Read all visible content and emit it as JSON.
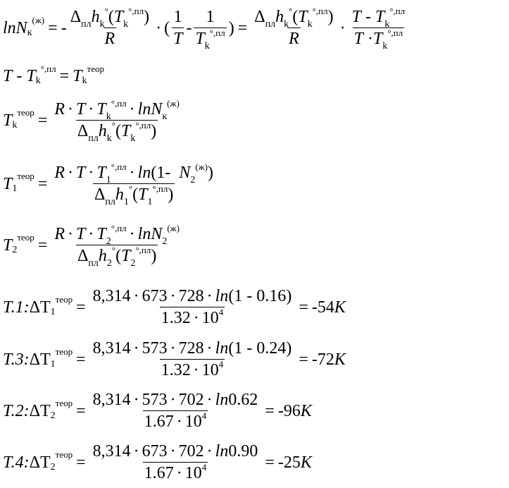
{
  "eq1": {
    "ln": "ln",
    "N": "N",
    "k": "к",
    "zh": "(ж)",
    "eq": "=",
    "minus": "-",
    "delta": "Δ",
    "pl": "пл",
    "h": "h",
    "deg": "°",
    "T": "T",
    "k_sub": "k",
    "deg_pl": "°,пл",
    "R": "R",
    "one": "1",
    "dot": "·",
    "lpar": "(",
    "rpar": ")"
  },
  "eq2": {
    "T": "T",
    "k": "k",
    "deg_pl": "°,пл",
    "teor": "теор",
    "minus": "-",
    "eq": "="
  },
  "eq3": {
    "T": "T",
    "k": "k",
    "teor": "теор",
    "eq": "=",
    "R": "R",
    "dot": "·",
    "deg_pl": "°,пл",
    "ln": "ln",
    "N": "N",
    "k_cyr": "к",
    "zh": "(ж)",
    "delta": "Δ",
    "pl": "пл",
    "h": "h",
    "deg": "°"
  },
  "eq4": {
    "T": "T",
    "sub": "1",
    "teor": "теор",
    "R": "R",
    "dot": "·",
    "deg_pl": "°,пл",
    "ln": "ln",
    "paren_open": "(1",
    "minus": "-",
    "N": "N",
    "zh": "(ж)",
    "rpar": ")",
    "delta": "Δ",
    "pl": "пл",
    "h": "h",
    "deg": "°"
  },
  "eq5": {
    "T": "T",
    "sub": "2",
    "teor": "теор",
    "R": "R",
    "dot": "·",
    "deg_pl": "°,пл",
    "ln": "ln",
    "N": "N",
    "zh": "(ж)",
    "delta": "Δ",
    "pl": "пл",
    "h": "h",
    "deg": "°"
  },
  "rows": [
    {
      "label": "T.1:",
      "delta": "ΔT",
      "sub": "1",
      "teor": "теор",
      "R": "8,314",
      "temp": "673",
      "tk": "728",
      "ln_arg": "(1 - 0.16)",
      "den_a": "1.32",
      "den_b": "10",
      "exp": "4",
      "result": "-54",
      "unit": "K"
    },
    {
      "label": "T.3:",
      "delta": "ΔT",
      "sub": "1",
      "teor": "теор",
      "R": "8,314",
      "temp": "573",
      "tk": "728",
      "ln_arg": "(1 - 0.24)",
      "den_a": "1.32",
      "den_b": "10",
      "exp": "4",
      "result": "-72",
      "unit": "K"
    },
    {
      "label": "T.2:",
      "delta": "ΔT",
      "sub": "2",
      "teor": "теор",
      "R": "8,314",
      "temp": "573",
      "tk": "702",
      "ln_arg": "0.62",
      "den_a": "1.67",
      "den_b": "10",
      "exp": "4",
      "result": "-96",
      "unit": "K"
    },
    {
      "label": "T.4:",
      "delta": "ΔT",
      "sub": "2",
      "teor": "теор",
      "R": "8,314",
      "temp": "673",
      "tk": "702",
      "ln_arg": "0.90",
      "den_a": "1.67",
      "den_b": "10",
      "exp": "4",
      "result": "-25",
      "unit": "K"
    }
  ]
}
